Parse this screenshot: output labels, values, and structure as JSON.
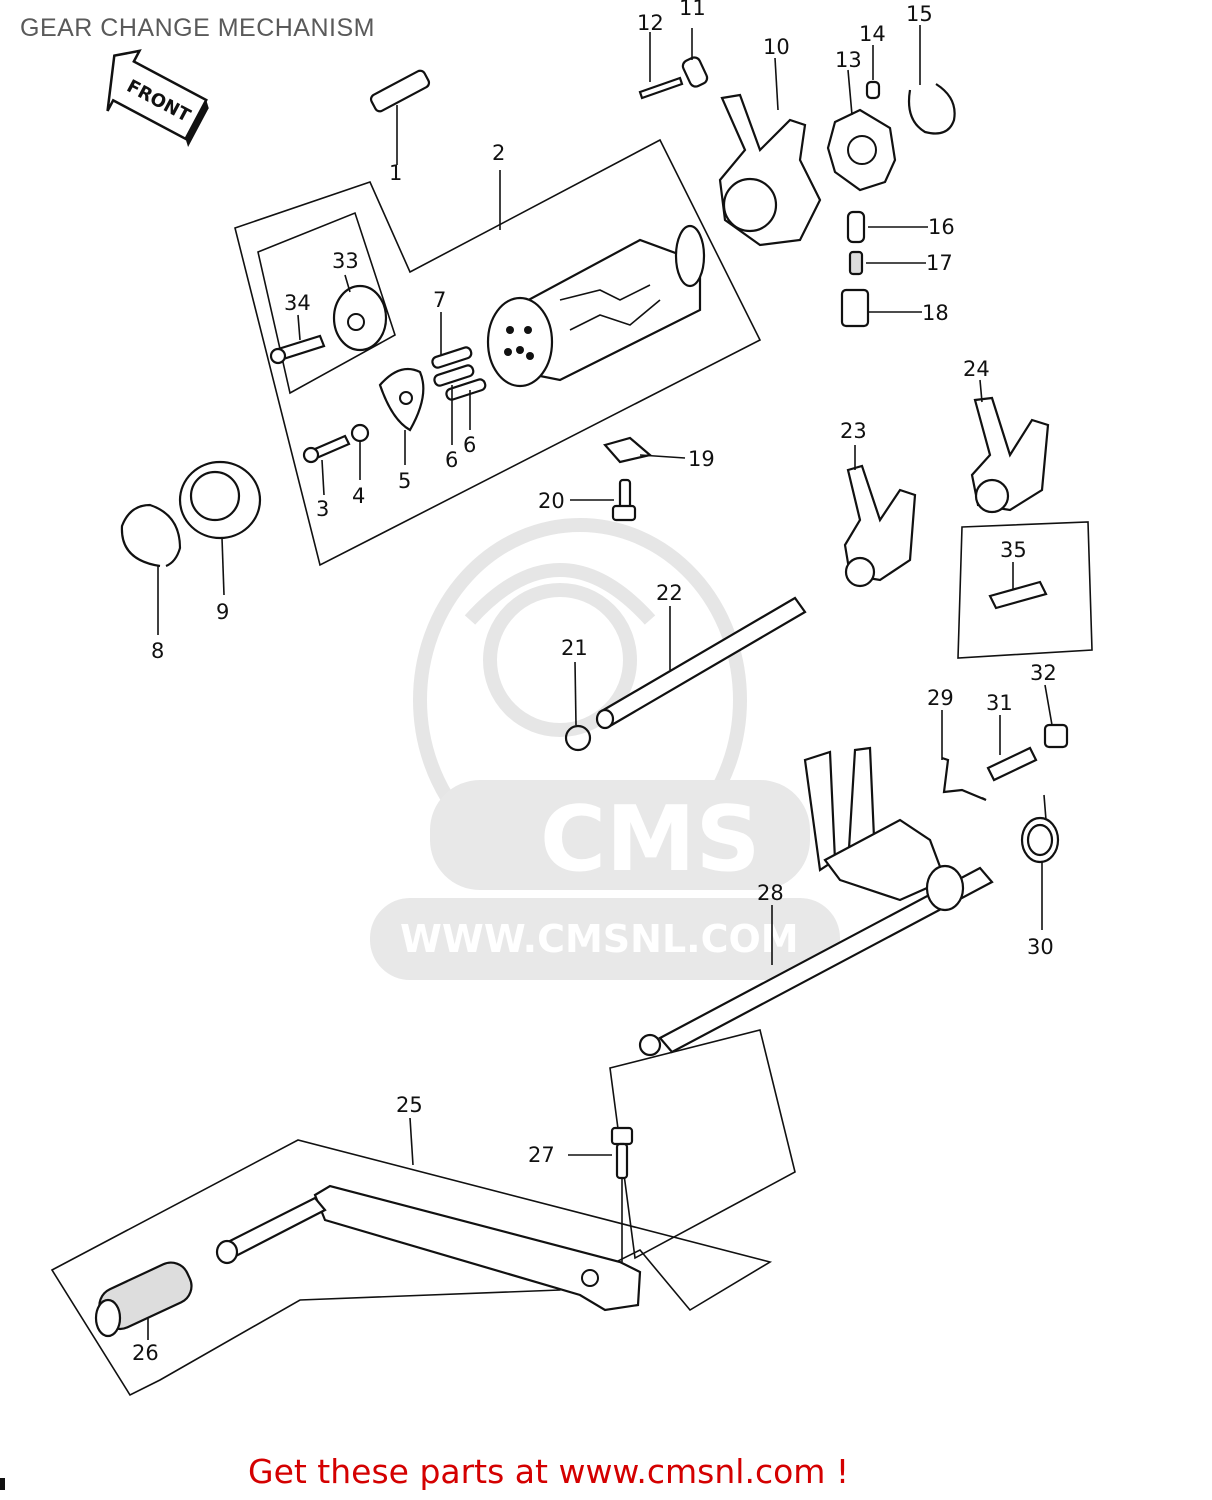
{
  "title": "GEAR CHANGE MECHANISM",
  "front_label": "FRONT",
  "watermark": {
    "brand": "CMS",
    "url": "WWW.CMSNL.COM"
  },
  "footer": "Get these parts at www.cmsnl.com !",
  "callouts": [
    "1",
    "2",
    "3",
    "4",
    "5",
    "6",
    "6",
    "7",
    "8",
    "9",
    "10",
    "11",
    "12",
    "13",
    "14",
    "15",
    "16",
    "17",
    "18",
    "19",
    "20",
    "21",
    "22",
    "23",
    "24",
    "25",
    "26",
    "27",
    "28",
    "29",
    "30",
    "31",
    "32",
    "33",
    "34",
    "35"
  ],
  "colors": {
    "footer": "#d40000",
    "title": "#5a5a5a",
    "watermark": "#e8e8e8"
  }
}
